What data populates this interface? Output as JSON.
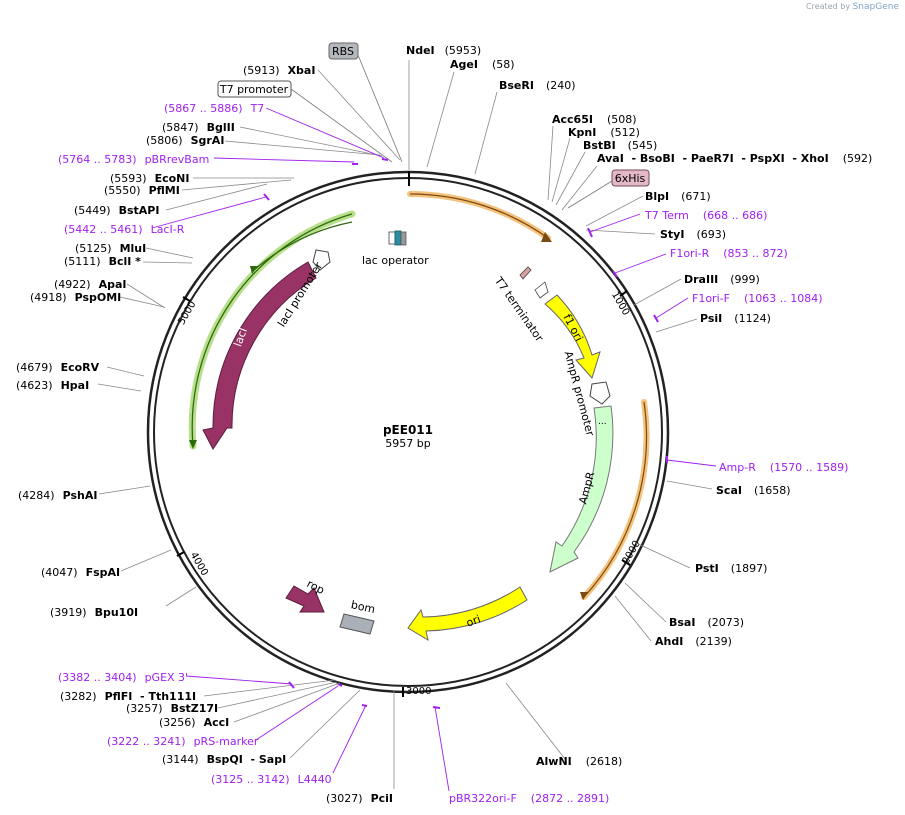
{
  "brand": {
    "prefix": "Created by",
    "name": "SnapGene"
  },
  "plasmid": {
    "name": "pEE011",
    "length_label": "5957 bp"
  },
  "ticks": [
    "1000",
    "2000",
    "3000",
    "4000",
    "5000"
  ],
  "sites": [
    {
      "name": "NdeI",
      "pos": "(5953)"
    },
    {
      "name": "AgeI",
      "pos": "(58)"
    },
    {
      "name": "BseRI",
      "pos": "(240)"
    },
    {
      "name": "Acc65I",
      "pos": "(508)"
    },
    {
      "name": "KpnI",
      "pos": "(512)"
    },
    {
      "name": "BstBI",
      "pos": "(545)"
    },
    {
      "name": "AvaI  - BsoBI  - PaeR7I  - PspXI  - XhoI",
      "pos": "(592)"
    },
    {
      "name": "BlpI",
      "pos": "(671)"
    },
    {
      "name": "StyI",
      "pos": "(693)"
    },
    {
      "name": "DraIII",
      "pos": "(999)"
    },
    {
      "name": "PsiI",
      "pos": "(1124)"
    },
    {
      "name": "ScaI",
      "pos": "(1658)"
    },
    {
      "name": "PstI",
      "pos": "(1897)"
    },
    {
      "name": "BsaI",
      "pos": "(2073)"
    },
    {
      "name": "AhdI",
      "pos": "(2139)"
    },
    {
      "name": "AlwNI",
      "pos": "(2618)"
    },
    {
      "name": "PciI",
      "pos": "(3027)"
    },
    {
      "name": "BspQI  - SapI",
      "pos": "(3144)"
    },
    {
      "name": "AccI",
      "pos": "(3256)"
    },
    {
      "name": "BstZ17I",
      "pos": "(3257)"
    },
    {
      "name": "PflFI  - Tth111I",
      "pos": "(3282)"
    },
    {
      "name": "Bpu10I",
      "pos": "(3919)"
    },
    {
      "name": "FspAI",
      "pos": "(4047)"
    },
    {
      "name": "PshAI",
      "pos": "(4284)"
    },
    {
      "name": "HpaI",
      "pos": "(4623)"
    },
    {
      "name": "EcoRV",
      "pos": "(4679)"
    },
    {
      "name": "PspOMI",
      "pos": "(4918)"
    },
    {
      "name": "ApaI",
      "pos": "(4922)"
    },
    {
      "name": "BclI *",
      "pos": "(5111)"
    },
    {
      "name": "MluI",
      "pos": "(5125)"
    },
    {
      "name": "BstAPI",
      "pos": "(5449)"
    },
    {
      "name": "PflMI",
      "pos": "(5550)"
    },
    {
      "name": "EcoNI",
      "pos": "(5593)"
    },
    {
      "name": "SgrAI",
      "pos": "(5806)"
    },
    {
      "name": "BglII",
      "pos": "(5847)"
    },
    {
      "name": "XbaI",
      "pos": "(5913)"
    }
  ],
  "primers": [
    {
      "name": "T7 Term",
      "range": "(668 .. 686)"
    },
    {
      "name": "F1ori-R",
      "range": "(853 .. 872)"
    },
    {
      "name": "F1ori-F",
      "range": "(1063 .. 1084)"
    },
    {
      "name": "Amp-R",
      "range": "(1570 .. 1589)"
    },
    {
      "name": "pBR322ori-F",
      "range": "(2872 .. 2891)"
    },
    {
      "name": "L4440",
      "range": "(3125 .. 3142)"
    },
    {
      "name": "pRS-marker",
      "range": "(3222 .. 3241)"
    },
    {
      "name": "pGEX 3'",
      "range": "(3382 .. 3404)"
    },
    {
      "name": "LacI-R",
      "range": "(5442 .. 5461)"
    },
    {
      "name": "pBRrevBam",
      "range": "(5764 .. 5783)"
    },
    {
      "name": "T7",
      "range": "(5867 .. 5886)"
    }
  ],
  "boxed_labels": [
    "RBS",
    "T7 promoter",
    "6xHis"
  ],
  "features": [
    "lac operator",
    "T7 terminator",
    "f1 ori",
    "AmpR promoter",
    "AmpR",
    "ori",
    "rop",
    "bom",
    "lacI",
    "lacI promoter"
  ],
  "colors": {
    "primer": "#a020f0",
    "f1ori": "#ffff00",
    "ampr": "#ccffcc",
    "laci": "#993366",
    "rop": "#993366",
    "bom": "#999999",
    "orf": "#e8a23a",
    "orf_green": "#5aa02c"
  }
}
